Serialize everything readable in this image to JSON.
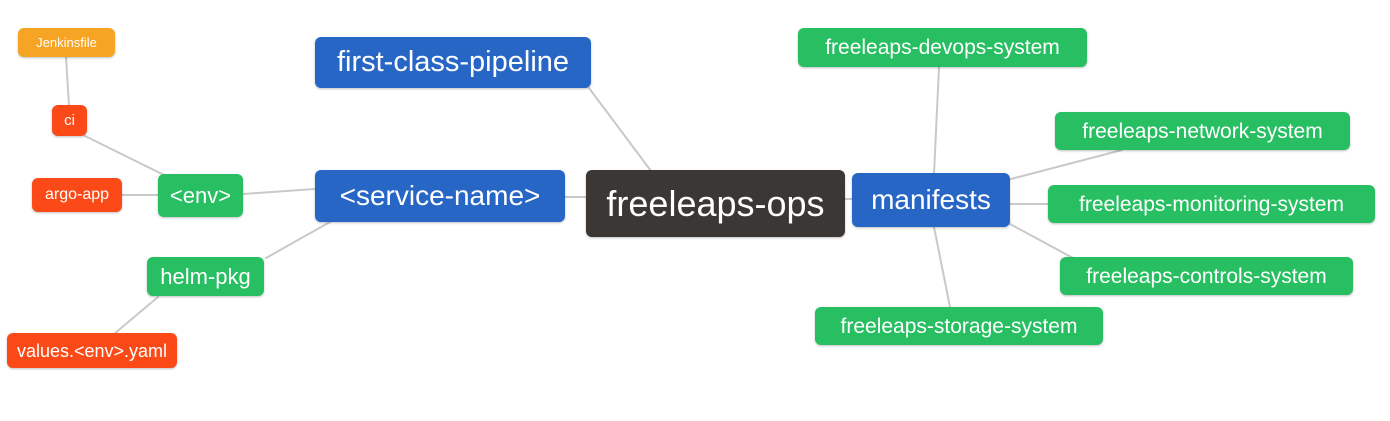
{
  "palette": {
    "orange": "#F6A423",
    "red": "#FB4A17",
    "green": "#27BF62",
    "blue": "#2766C4",
    "dark": "#3B3734",
    "edge": "#C9C9C9",
    "node_text": "#FFFFFF",
    "background": "#FFFFFF"
  },
  "nodes": {
    "jenkinsfile": {
      "label": "Jenkinsfile",
      "color": "orange"
    },
    "ci": {
      "label": "ci",
      "color": "red"
    },
    "argo_app": {
      "label": "argo-app",
      "color": "red"
    },
    "env": {
      "label": "<env>",
      "color": "green"
    },
    "helm_pkg": {
      "label": "helm-pkg",
      "color": "green"
    },
    "values_env_yaml": {
      "label": "values.<env>.yaml",
      "color": "red"
    },
    "first_class_pipeline": {
      "label": "first-class-pipeline",
      "color": "blue"
    },
    "service_name": {
      "label": "<service-name>",
      "color": "blue"
    },
    "freeleaps_ops": {
      "label": "freeleaps-ops",
      "color": "dark"
    },
    "manifests": {
      "label": "manifests",
      "color": "blue"
    },
    "devops_system": {
      "label": "freeleaps-devops-system",
      "color": "green"
    },
    "network_system": {
      "label": "freeleaps-network-system",
      "color": "green"
    },
    "monitoring_system": {
      "label": "freeleaps-monitoring-system",
      "color": "green"
    },
    "controls_system": {
      "label": "freeleaps-controls-system",
      "color": "green"
    },
    "storage_system": {
      "label": "freeleaps-storage-system",
      "color": "green"
    }
  },
  "edges": [
    {
      "from": "jenkinsfile",
      "to": "ci"
    },
    {
      "from": "ci",
      "to": "env"
    },
    {
      "from": "argo_app",
      "to": "env"
    },
    {
      "from": "env",
      "to": "service_name"
    },
    {
      "from": "helm_pkg",
      "to": "service_name"
    },
    {
      "from": "values_env_yaml",
      "to": "helm_pkg"
    },
    {
      "from": "first_class_pipeline",
      "to": "freeleaps_ops"
    },
    {
      "from": "service_name",
      "to": "freeleaps_ops"
    },
    {
      "from": "freeleaps_ops",
      "to": "manifests"
    },
    {
      "from": "manifests",
      "to": "devops_system"
    },
    {
      "from": "manifests",
      "to": "network_system"
    },
    {
      "from": "manifests",
      "to": "monitoring_system"
    },
    {
      "from": "manifests",
      "to": "controls_system"
    },
    {
      "from": "manifests",
      "to": "storage_system"
    }
  ]
}
